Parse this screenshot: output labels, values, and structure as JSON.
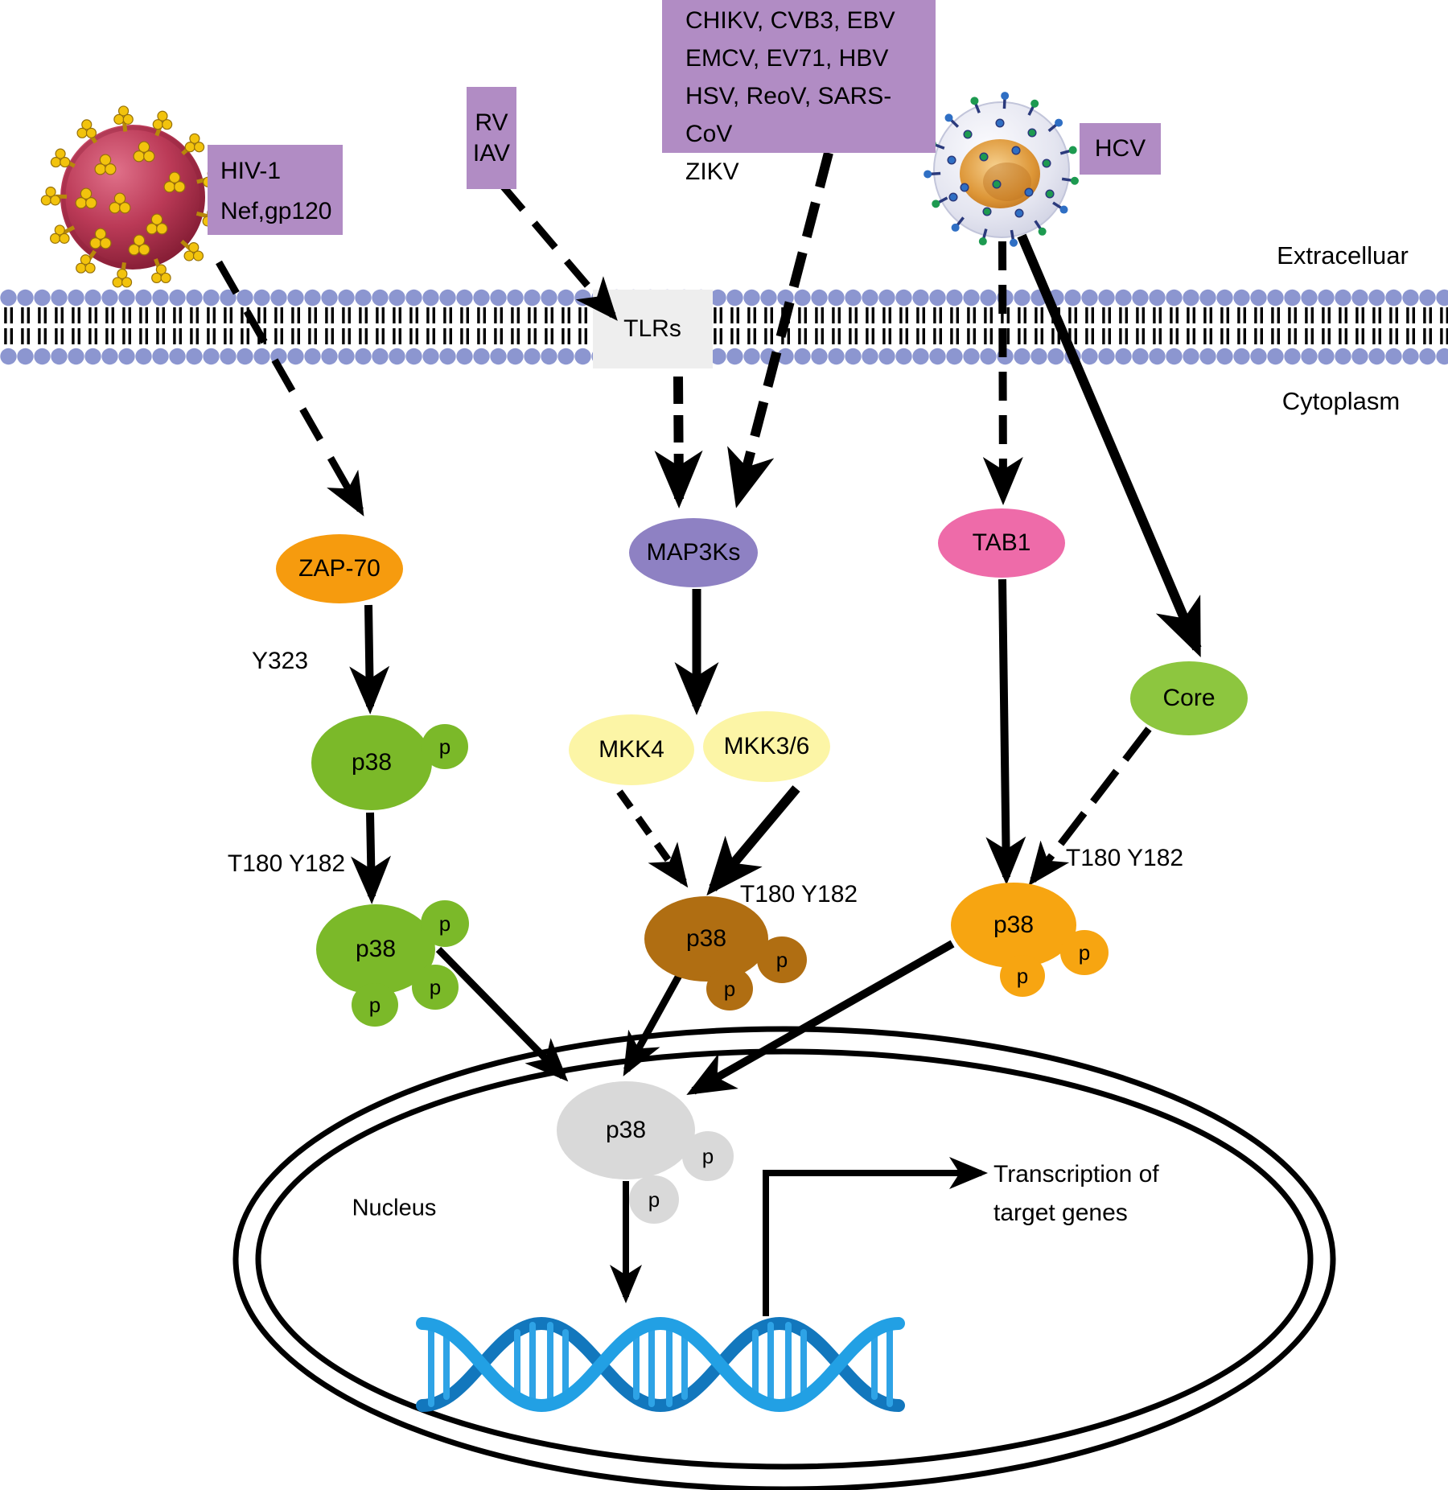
{
  "palette": {
    "virus_box_purple": "#b18cc4",
    "map3ks_purple": "#8e81c3",
    "membrane_blue": "#8c96d0",
    "tlrs_gray": "#eeeeee",
    "zap70_orange": "#f69b0e",
    "p38_green": "#7bb929",
    "core_green": "#8dc63f",
    "mkk_yellow": "#fcf5a6",
    "p38_brown": "#b06e12",
    "p38_orange": "#f7a511",
    "tab1_pink": "#ee6ba9",
    "p38_nuclear_gray": "#d9d9d9",
    "dna_blue": "#1e96dc",
    "arrow_black": "#000000",
    "hiv_virion_red": "#b03048",
    "hcv_virion_lavender": "#d5d7e6"
  },
  "virus_labels": {
    "hiv": {
      "line1": "HIV-1",
      "line2": "Nef,gp120"
    },
    "rv_iav": {
      "line1": "RV",
      "line2": "IAV"
    },
    "multi": {
      "line1": "CHIKV, CVB3, EBV",
      "line2": "EMCV, EV71, HBV",
      "line3": "HSV, ReoV, SARS-CoV",
      "line4": "ZIKV"
    },
    "hcv": {
      "line1": "HCV"
    }
  },
  "membrane": {
    "receptor": "TLRs",
    "outside_label": "Extracelluar",
    "inside_label": "Cytoplasm"
  },
  "nodes": {
    "zap70": "ZAP-70",
    "map3ks": "MAP3Ks",
    "mkk4": "MKK4",
    "mkk36": "MKK3/6",
    "tab1": "TAB1",
    "core": "Core",
    "p38": "p38",
    "phospho": "p"
  },
  "phospho_sites": {
    "y323": "Y323",
    "t180_y182_left": "T180 Y182",
    "t180_y182_middle": "T180 Y182",
    "t180_y182_right": "T180 Y182"
  },
  "nucleus": {
    "label": "Nucleus",
    "transcription_line1": "Transcription of",
    "transcription_line2": "target genes"
  }
}
